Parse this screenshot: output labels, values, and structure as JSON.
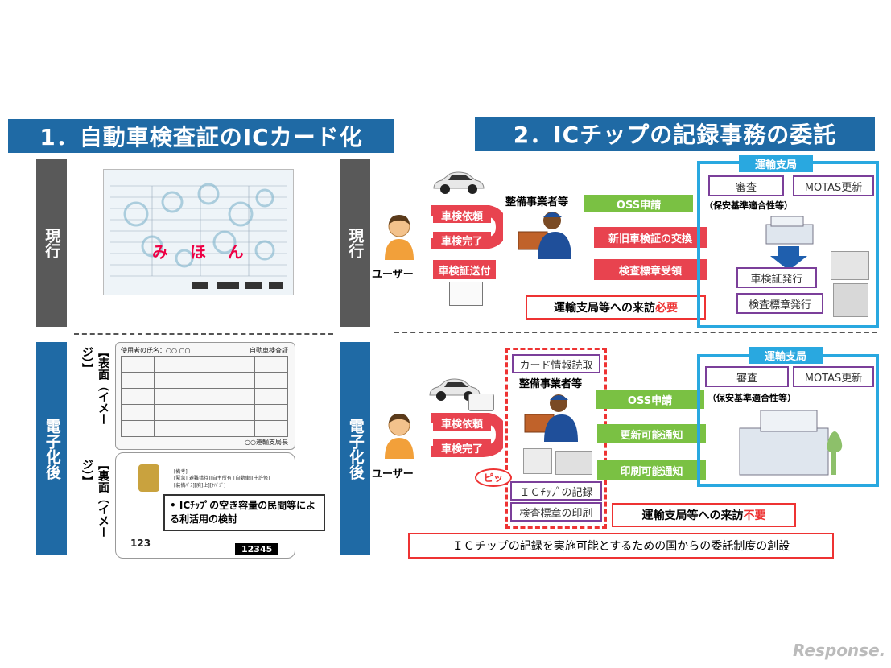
{
  "left": {
    "title": "1．自動車検査証のICカード化",
    "current_label": "現行",
    "future_label": "電子化後",
    "stamp": "み ほ ん",
    "front_label": "【表面（イメージ）】",
    "back_label": "【裏面（イメージ）】",
    "card_front": {
      "owner": "使用者の氏名：○○ ○○",
      "doc_title": "自動車検査証",
      "issuer": "○○運輸支局長"
    },
    "card_back": {
      "notes": "[備考]\n[緊急][避難措持][自主所有][自動車][十許修]\n[装備ﾊﾞｽ][廃]止][ｹﾊﾞｼﾞ]",
      "callout": "• ICﾁｯﾌﾟの空き容量の民間等による利活用の検討",
      "num1": "123",
      "num2": "12345"
    }
  },
  "right": {
    "title": "2．ICチップの記録事務の委託",
    "current_label": "現行",
    "future_label": "電子化後",
    "user_label": "ユーザー",
    "shop_label": "整備事業者等",
    "office_label": "運輸支局",
    "review": "審査",
    "motas": "MOTAS更新",
    "safety": "（保安基準適合性等）",
    "top": {
      "req": "車検依頼",
      "done": "車検完了",
      "send": "車検証送付",
      "oss": "OSS申請",
      "exchange": "新旧車検証の交換",
      "receive": "検査標章受領",
      "issue_cert": "車検証発行",
      "issue_mark": "検査標章発行",
      "visit_prefix": "運輸支局等への来訪",
      "visit_suffix": "必要"
    },
    "bottom": {
      "req": "車検依頼",
      "done": "車検完了",
      "card_read": "カード情報読取",
      "oss": "OSS申請",
      "update_notice": "更新可能通知",
      "print_notice": "印刷可能通知",
      "beep": "ピッ",
      "chip_record": "ＩＣﾁｯﾌﾟの記録",
      "print_mark": "検査標章の印刷",
      "visit_prefix": "運輸支局等への来訪",
      "visit_suffix": "不要",
      "footer": "ＩＣチップの記録を実施可能とするための国からの委託制度の創設"
    }
  },
  "watermark": "Response.",
  "colors": {
    "blue": "#1f6aa5",
    "gray": "#595959",
    "green": "#7ac143",
    "red": "#e8434f",
    "purple": "#7b3f9a",
    "cyan": "#29a8e0"
  }
}
